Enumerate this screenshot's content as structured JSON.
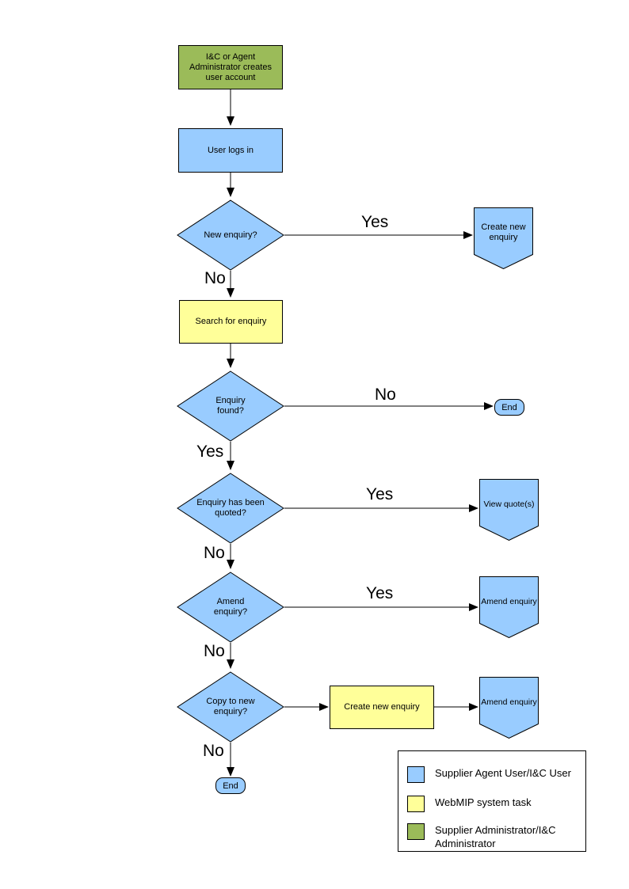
{
  "colors": {
    "user_action_fill": "#99CCFF",
    "system_task_fill": "#FFFF99",
    "admin_fill": "#9BBB59",
    "outline": "#000000"
  },
  "nodes": {
    "admin_creates_account": {
      "label": "I&C or Agent Administrator creates user account",
      "type": "process"
    },
    "user_logs_in": {
      "label": "User logs in",
      "type": "process"
    },
    "new_enquiry": {
      "label": "New enquiry?",
      "type": "decision"
    },
    "create_new_enquiry_top": {
      "label": "Create new enquiry",
      "type": "offpage"
    },
    "search_for_enquiry": {
      "label": "Search for enquiry",
      "type": "process"
    },
    "enquiry_found": {
      "label": "Enquiry found?",
      "type": "decision"
    },
    "end_right": {
      "label": "End",
      "type": "terminator"
    },
    "enquiry_has_been_quoted": {
      "label": "Enquiry has been quoted?",
      "type": "decision"
    },
    "view_quotes": {
      "label": "View quote(s)",
      "type": "offpage"
    },
    "amend_enquiry_decision": {
      "label": "Amend enquiry?",
      "type": "decision"
    },
    "amend_enquiry_right": {
      "label": "Amend enquiry",
      "type": "offpage"
    },
    "copy_to_new_enquiry": {
      "label": "Copy to new enquiry?",
      "type": "decision"
    },
    "create_new_enquiry_bottom": {
      "label": "Create new enquiry",
      "type": "process"
    },
    "amend_enquiry_bottom": {
      "label": "Amend enquiry",
      "type": "offpage"
    },
    "end_bottom": {
      "label": "End",
      "type": "terminator"
    }
  },
  "edge_labels": {
    "new_enquiry_yes": "Yes",
    "new_enquiry_no": "No",
    "enquiry_found_no": "No",
    "enquiry_found_yes": "Yes",
    "quoted_yes": "Yes",
    "quoted_no": "No",
    "amend_yes": "Yes",
    "amend_no": "No",
    "copy_no": "No"
  },
  "legend": {
    "items": [
      {
        "label": "Supplier Agent User/I&C User",
        "color": "#99CCFF"
      },
      {
        "label": "WebMIP system task",
        "color": "#FFFF99"
      },
      {
        "label": "Supplier Administrator/I&C Administrator",
        "color": "#9BBB59"
      }
    ]
  }
}
